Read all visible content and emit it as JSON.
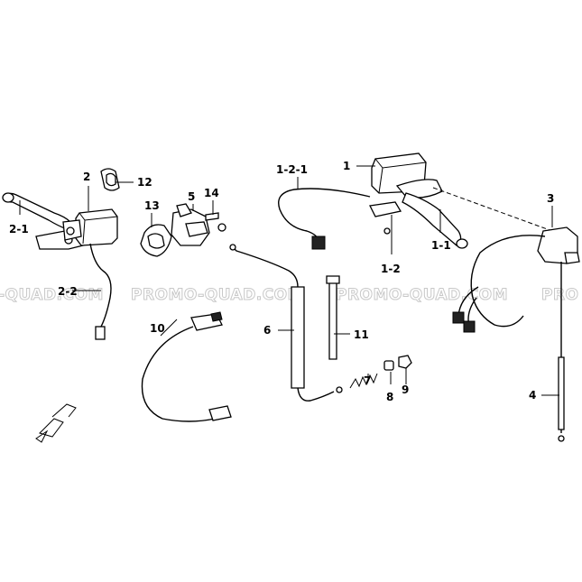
{
  "watermark": {
    "texts": [
      "-QUAD.COM",
      "PROMO-QUAD.COM",
      "PROMO-QUAD.COM",
      "PRO"
    ]
  },
  "callouts": [
    "1",
    "1-1",
    "1-2",
    "1-2-1",
    "2",
    "2-1",
    "2-2",
    "3",
    "4",
    "5",
    "6",
    "7",
    "8",
    "9",
    "10",
    "11",
    "12",
    "13",
    "14"
  ],
  "colors": {
    "line": "#000000",
    "watermark": "#c8c8c8",
    "background": "#ffffff"
  },
  "icons": [
    "direction-arrow-icon"
  ]
}
